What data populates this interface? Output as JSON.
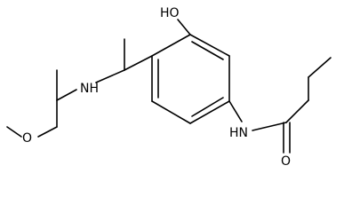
{
  "molecule": {
    "atoms": {
      "hydroxyl": "HO",
      "secondary_amine": "NH",
      "amide_nitrogen": "HN",
      "methoxy_oxygen": "O",
      "carbonyl_oxygen": "O"
    }
  }
}
